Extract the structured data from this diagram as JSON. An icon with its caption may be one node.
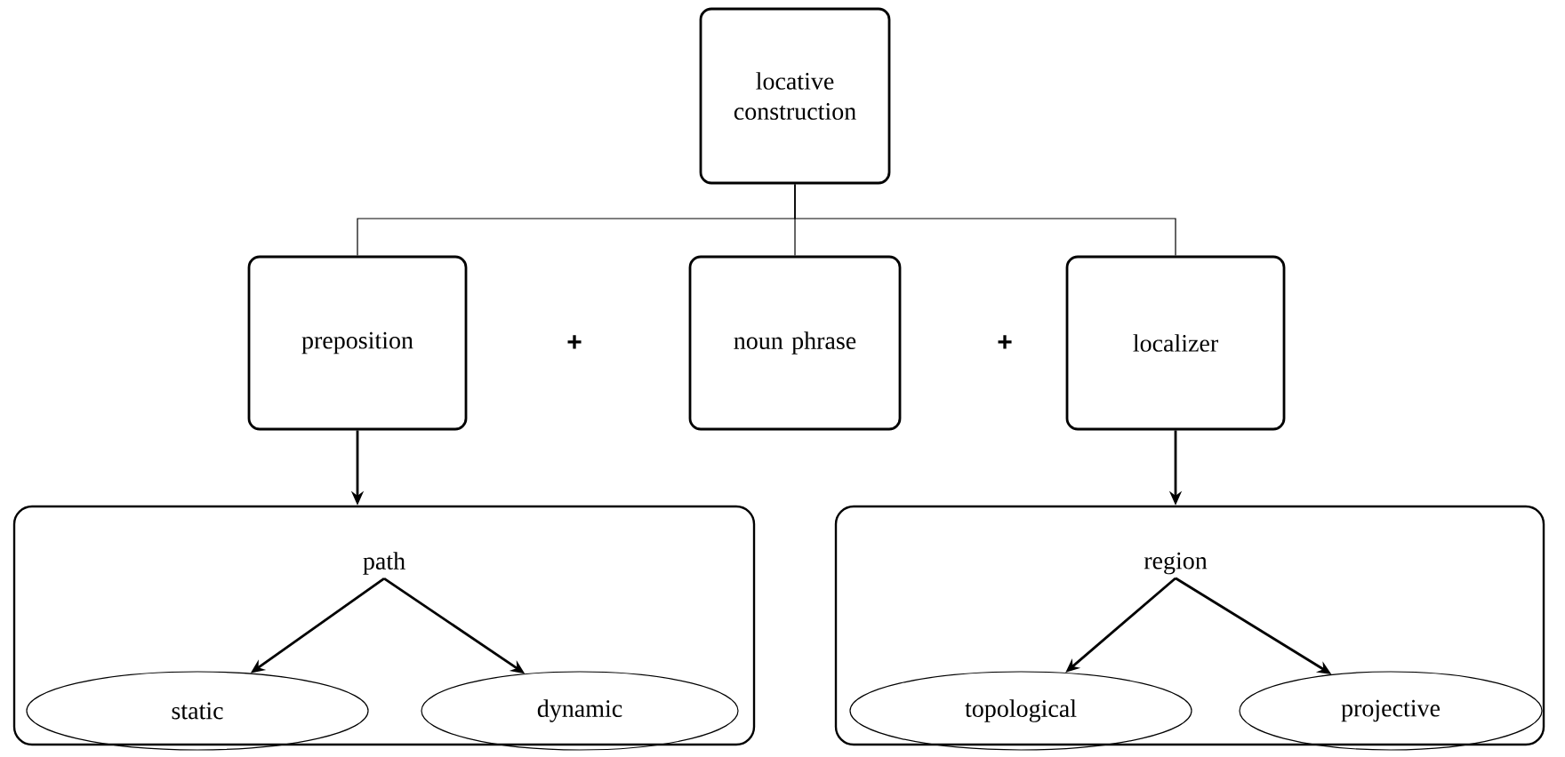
{
  "diagram": {
    "nodes": [
      {
        "text": [
          "locative construction"
        ]
      },
      {
        "text": [
          "preposition"
        ]
      },
      {
        "text": [
          "noun phrase"
        ]
      },
      {
        "text": [
          "localizer"
        ]
      },
      {
        "text": [],
        "shape": "box"
      },
      {
        "text": [
          "path"
        ],
        "in": 4
      },
      {
        "text": [
          "static"
        ],
        "in": 4
      },
      {
        "text": [
          "dynamic"
        ],
        "in": 4
      },
      {
        "text": [],
        "shape": "box"
      },
      {
        "text": [
          "region"
        ],
        "in": 8
      },
      {
        "text": [
          "topological"
        ],
        "in": 8
      },
      {
        "text": [
          "projective"
        ],
        "in": 8
      }
    ],
    "edges": [
      {
        "from": 0,
        "to": 1,
        "arrow": "none"
      },
      {
        "from": 0,
        "to": 2,
        "arrow": "none"
      },
      {
        "from": 0,
        "to": 3,
        "arrow": "none"
      },
      {
        "from": 1,
        "to": 4,
        "arrow": "to"
      },
      {
        "from": 3,
        "to": 8,
        "arrow": "to"
      },
      {
        "from": 5,
        "to": 6,
        "arrow": "to"
      },
      {
        "from": 5,
        "to": 7,
        "arrow": "to"
      },
      {
        "from": 9,
        "to": 10,
        "arrow": "to"
      },
      {
        "from": 9,
        "to": 11,
        "arrow": "to"
      }
    ],
    "labels": [
      "+",
      "+"
    ]
  }
}
